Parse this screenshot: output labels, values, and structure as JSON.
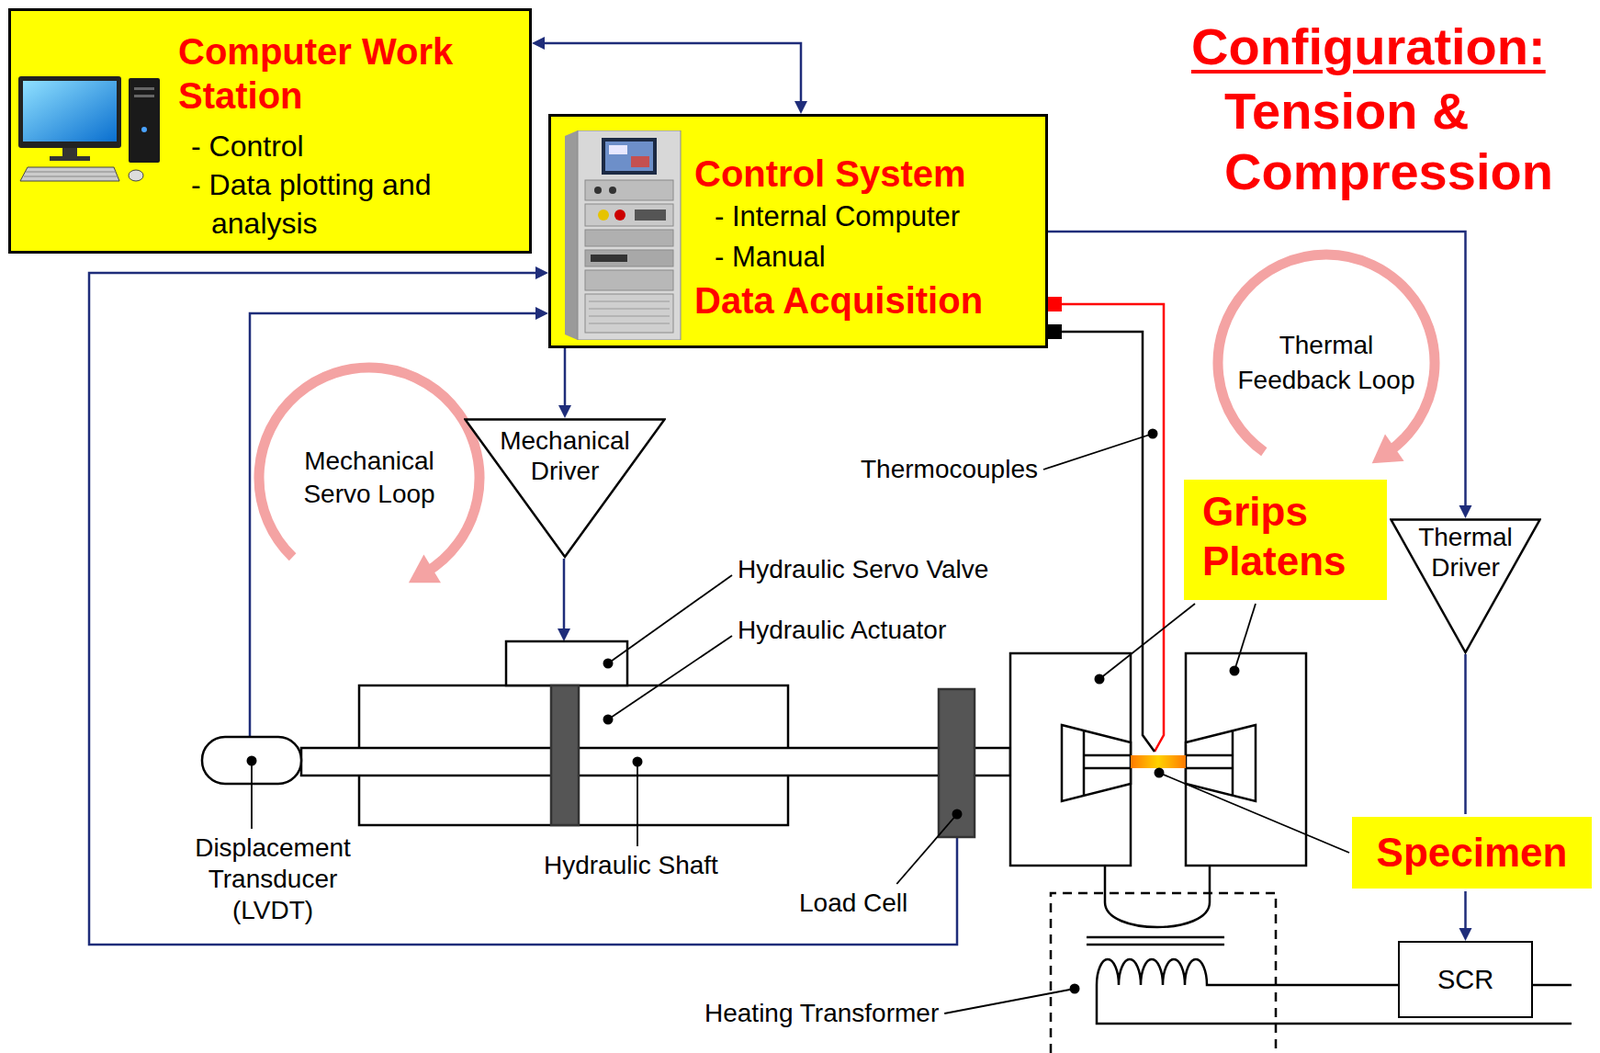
{
  "diagram": {
    "title": "Configuration:",
    "nodes": [
      {
        "text": [
          "Computer Work Station",
          "- Control",
          "- Data plotting and analysis"
        ]
      },
      {
        "text": [
          "Control System",
          "- Internal Computer",
          "- Manual",
          "Data Acquisition"
        ]
      },
      {
        "text": [
          "Mechanical Driver"
        ]
      },
      {
        "text": [
          "Thermal Driver"
        ]
      },
      {
        "text": [
          "Grips Platens"
        ]
      },
      {
        "text": [
          "Specimen"
        ]
      },
      {
        "text": [
          "SCR"
        ]
      }
    ],
    "edges": [
      {
        "from": 0,
        "to": 1,
        "arrow": "both"
      },
      {
        "from": 1,
        "to": 2,
        "arrow": "to"
      },
      {
        "from": 1,
        "to": 3,
        "arrow": "to"
      },
      {
        "from": 3,
        "to": 6,
        "arrow": "to"
      }
    ],
    "labels": [
      "Tension & Compression",
      "Mechanical Servo Loop",
      "Thermal Feedback Loop",
      "Thermocouples",
      "Hydraulic Servo Valve",
      "Hydraulic Actuator",
      "Hydraulic Shaft",
      "Displacement Transducer (LVDT)",
      "Load Cell",
      "Heating Transformer"
    ]
  }
}
